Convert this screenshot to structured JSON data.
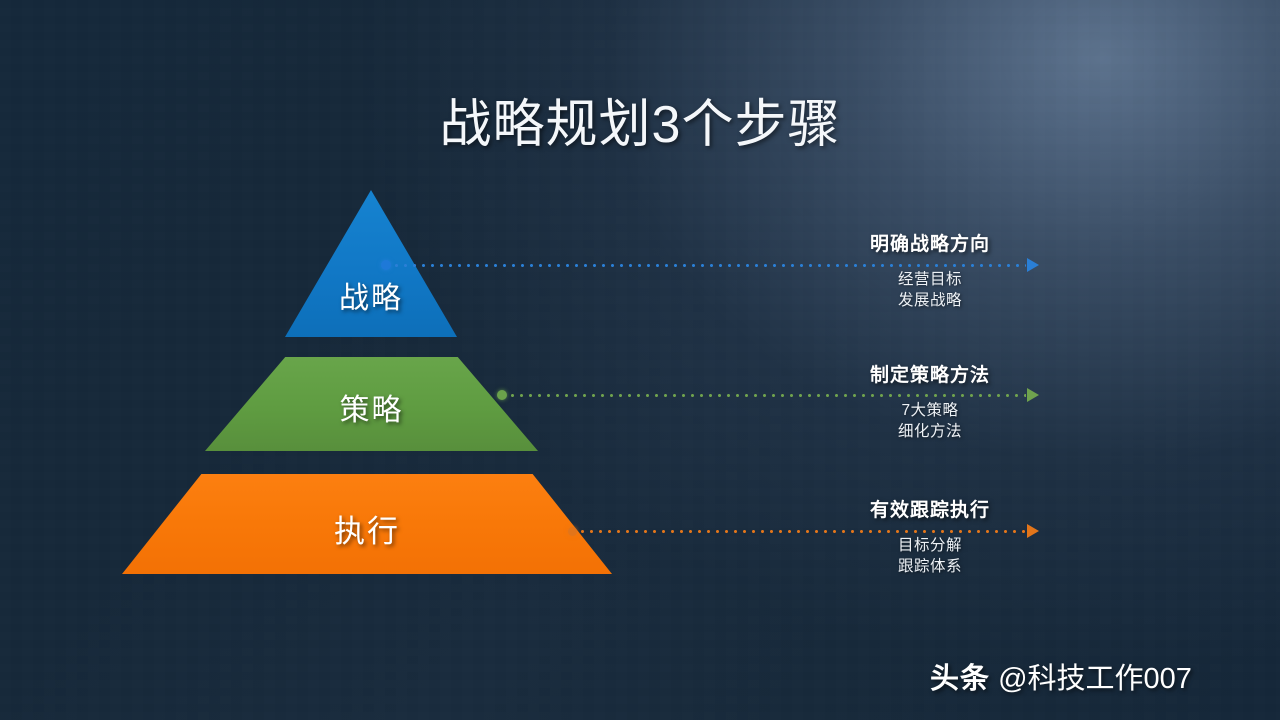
{
  "slide": {
    "title": "战略规划3个步骤",
    "background_color": "#16293b",
    "background_highlight": "#60769 2"
  },
  "pyramid": {
    "levels": [
      {
        "label": "战略",
        "color": "#1178c6",
        "shape": "triangle"
      },
      {
        "label": "策略",
        "color": "#5f9c41",
        "shape": "trapezoid"
      },
      {
        "label": "执行",
        "color": "#f87808",
        "shape": "trapezoid"
      }
    ]
  },
  "blocks": [
    {
      "heading": "明确战略方向",
      "lines": [
        "经营目标",
        "发展战略"
      ],
      "accent": "#2a7fd6"
    },
    {
      "heading": "制定策略方法",
      "lines": [
        "7大策略",
        "细化方法"
      ],
      "accent": "#6fa24e"
    },
    {
      "heading": "有效跟踪执行",
      "lines": [
        "目标分解",
        "跟踪体系"
      ],
      "accent": "#e2751a"
    }
  ],
  "watermark": {
    "brand": "头条",
    "handle": "@科技工作007"
  }
}
